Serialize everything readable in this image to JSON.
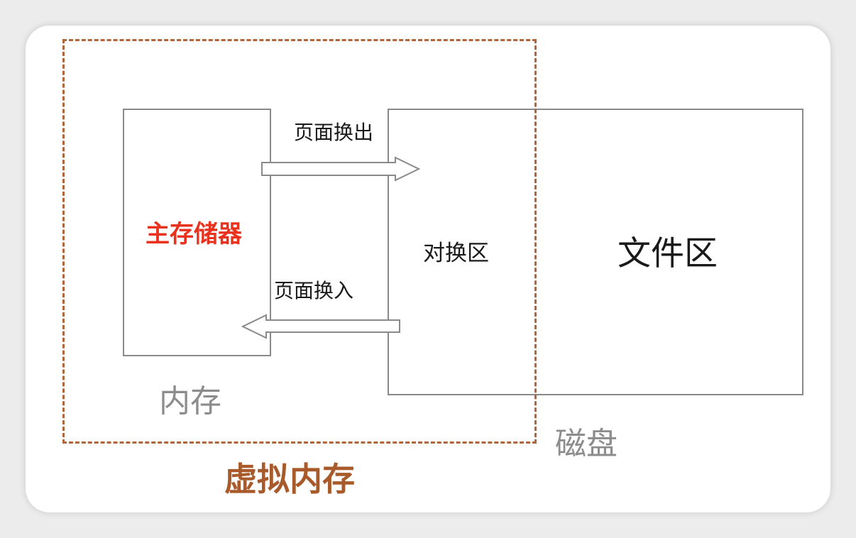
{
  "labels": {
    "main_storage": "主存储器",
    "page_out": "页面换出",
    "page_in": "页面换入",
    "swap_area": "对换区",
    "file_area": "文件区",
    "memory": "内存",
    "disk": "磁盘",
    "virtual_memory": "虚拟内存"
  },
  "colors": {
    "main_storage_text": "#e8321e",
    "virtual_memory_text": "#a85a2a",
    "virtual_memory_border": "#b0663a",
    "muted_text": "#8c8c8c",
    "box_border": "#8a8a8a",
    "dark_text": "#1a1a1a"
  }
}
